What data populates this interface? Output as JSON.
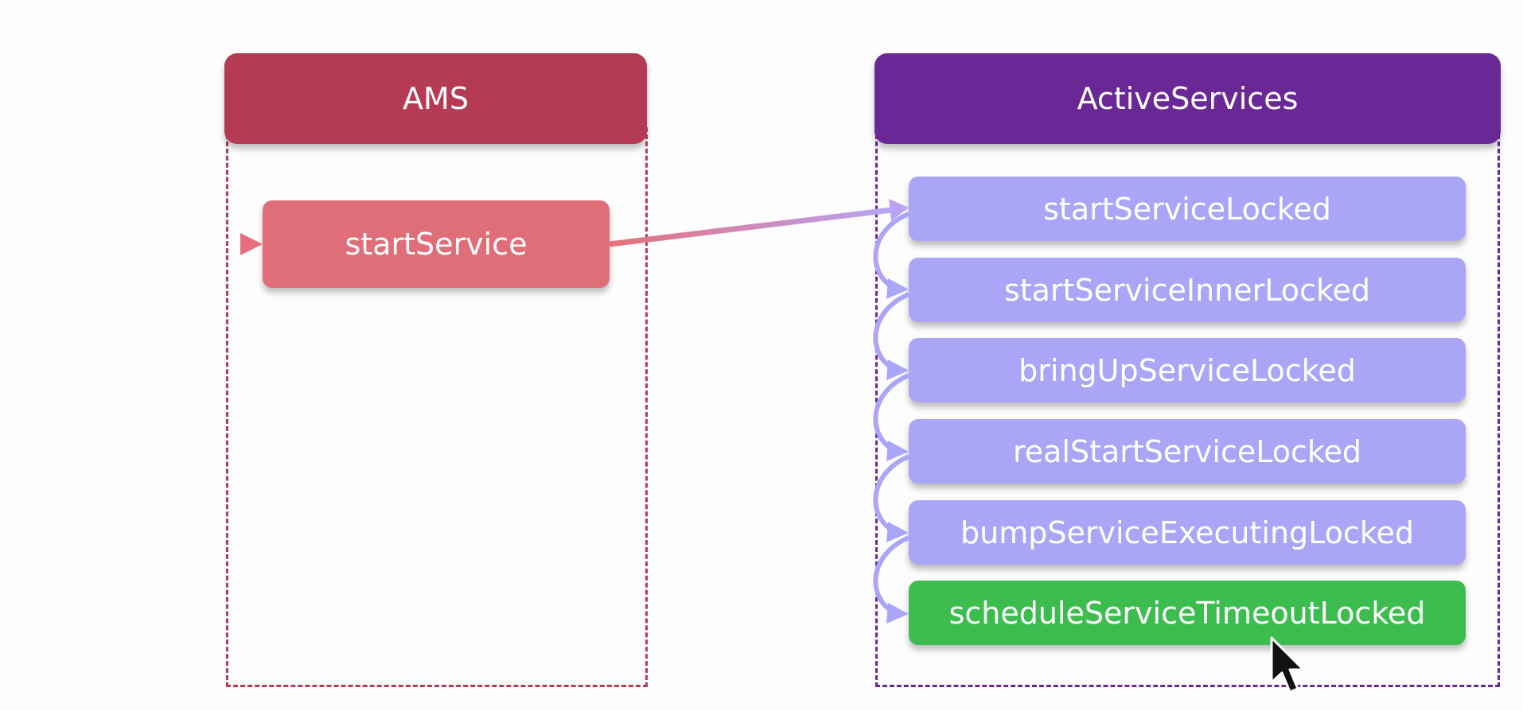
{
  "diagram": {
    "ams": {
      "title": "AMS",
      "node": "startService"
    },
    "active_services": {
      "title": "ActiveServices",
      "nodes": [
        "startServiceLocked",
        "startServiceInnerLocked",
        "bringUpServiceLocked",
        "realStartServiceLocked",
        "bumpServiceExecutingLocked",
        "scheduleServiceTimeoutLocked"
      ],
      "highlighted_node": "scheduleServiceTimeoutLocked"
    },
    "colors": {
      "ams_header": "#b53a54",
      "ams_node": "#df6e79",
      "ams_border": "#b53a54",
      "active_header": "#6a2897",
      "active_node": "#aaa5f7",
      "active_border": "#6a2897",
      "highlight_node": "#3dbd50"
    }
  }
}
